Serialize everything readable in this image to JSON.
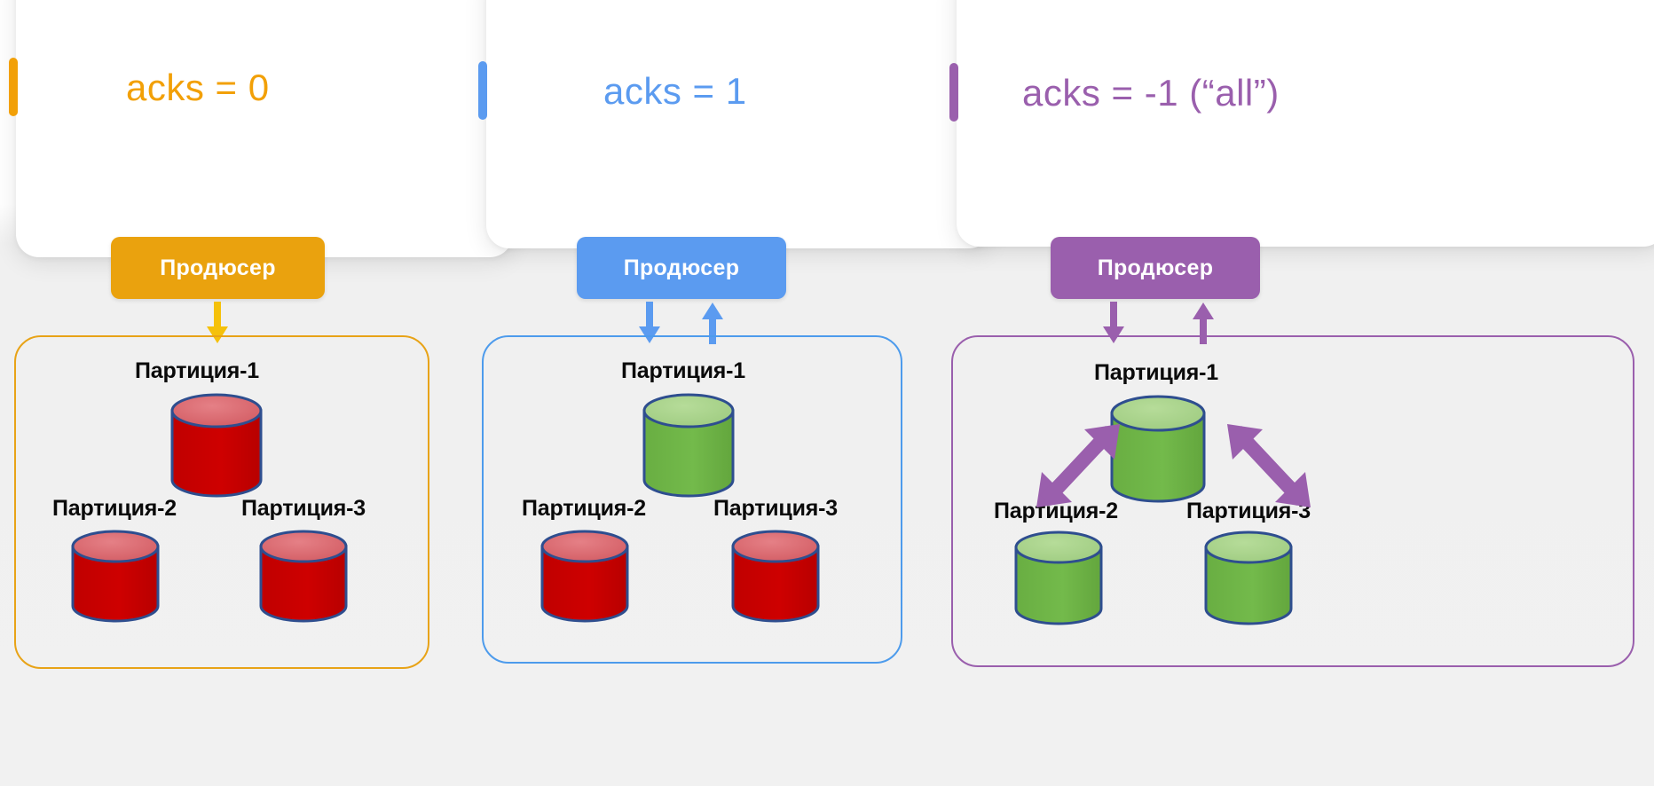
{
  "background": {
    "page_bg": "#ffffff",
    "panel_bg": "#f0f0f0"
  },
  "colors": {
    "orange": "#EAA20E",
    "orange_accent": "#F2A007",
    "orange_border": "#E8A317",
    "blue": "#5B9BF0",
    "blue_border": "#4D9BEC",
    "purple": "#9A5FAD",
    "cylinder_red_body": "#CC0000",
    "cylinder_red_top": "#D9646A",
    "cylinder_green_body": "#6FB446",
    "cylinder_green_top": "#A8D48A",
    "cylinder_stroke": "#2E4E8F",
    "label_text": "#0a0a0a"
  },
  "columns": [
    {
      "id": "acks-0",
      "accent_color": "#F2A007",
      "card_title": "acks = 0",
      "producer_label": "Продюсер",
      "arrows": [
        "down"
      ],
      "partitions": [
        {
          "label": "Партиция-1",
          "state": "red",
          "size": "large"
        },
        {
          "label": "Партиция-2",
          "state": "red",
          "size": "small"
        },
        {
          "label": "Партиция-3",
          "state": "red",
          "size": "small"
        }
      ],
      "replication_arrows": false
    },
    {
      "id": "acks-1",
      "accent_color": "#5B9BF0",
      "card_title": "acks = 1",
      "producer_label": "Продюсер",
      "arrows": [
        "down",
        "up"
      ],
      "partitions": [
        {
          "label": "Партиция-1",
          "state": "green",
          "size": "large"
        },
        {
          "label": "Партиция-2",
          "state": "red",
          "size": "small"
        },
        {
          "label": "Партиция-3",
          "state": "red",
          "size": "small"
        }
      ],
      "replication_arrows": false
    },
    {
      "id": "acks-all",
      "accent_color": "#9A5FAD",
      "card_title": "acks = -1 (“all”)",
      "producer_label": "Продюсер",
      "arrows": [
        "down",
        "up"
      ],
      "partitions": [
        {
          "label": "Партиция-1",
          "state": "green",
          "size": "large"
        },
        {
          "label": "Партиция-2",
          "state": "green",
          "size": "small"
        },
        {
          "label": "Партиция-3",
          "state": "green",
          "size": "small"
        }
      ],
      "replication_arrows": true
    }
  ]
}
